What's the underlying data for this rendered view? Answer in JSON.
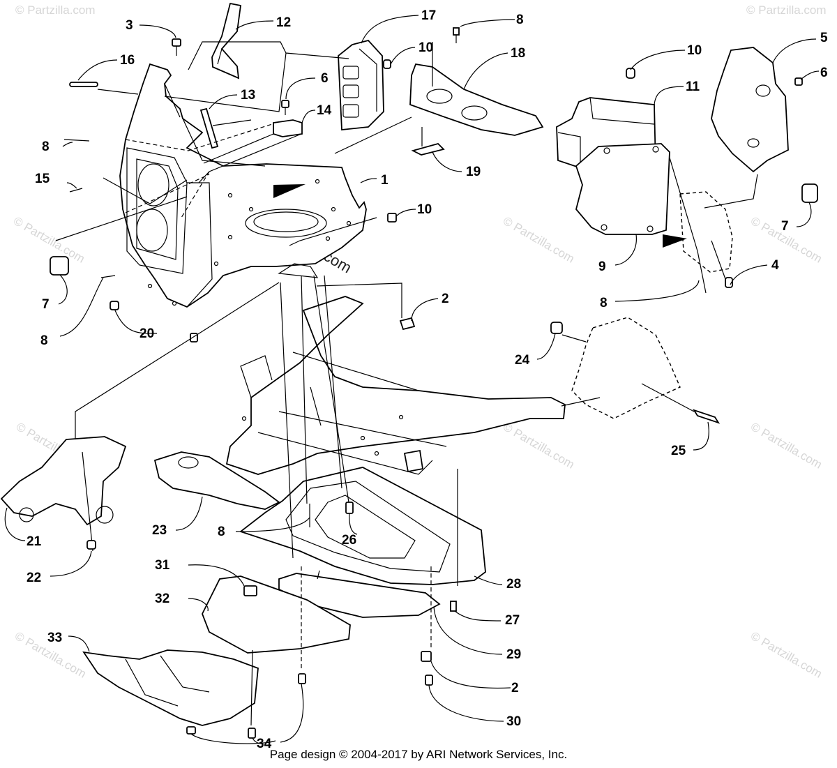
{
  "watermark": {
    "text": "© Partzilla.com"
  },
  "footer": {
    "text": "Page design © 2004-2017 by ARI Network Services, Inc."
  },
  "callouts": [
    {
      "id": "c1",
      "label": "1"
    },
    {
      "id": "c2a",
      "label": "2"
    },
    {
      "id": "c2b",
      "label": "2"
    },
    {
      "id": "c3",
      "label": "3"
    },
    {
      "id": "c4",
      "label": "4"
    },
    {
      "id": "c5",
      "label": "5"
    },
    {
      "id": "c6a",
      "label": "6"
    },
    {
      "id": "c6b",
      "label": "6"
    },
    {
      "id": "c7a",
      "label": "7"
    },
    {
      "id": "c7b",
      "label": "7"
    },
    {
      "id": "c8a",
      "label": "8"
    },
    {
      "id": "c8b",
      "label": "8"
    },
    {
      "id": "c8c",
      "label": "8"
    },
    {
      "id": "c8d",
      "label": "8"
    },
    {
      "id": "c8e",
      "label": "8"
    },
    {
      "id": "c9",
      "label": "9"
    },
    {
      "id": "c10a",
      "label": "10"
    },
    {
      "id": "c10b",
      "label": "10"
    },
    {
      "id": "c10c",
      "label": "10"
    },
    {
      "id": "c11",
      "label": "11"
    },
    {
      "id": "c12",
      "label": "12"
    },
    {
      "id": "c13",
      "label": "13"
    },
    {
      "id": "c14",
      "label": "14"
    },
    {
      "id": "c15",
      "label": "15"
    },
    {
      "id": "c16",
      "label": "16"
    },
    {
      "id": "c17",
      "label": "17"
    },
    {
      "id": "c18",
      "label": "18"
    },
    {
      "id": "c19",
      "label": "19"
    },
    {
      "id": "c20",
      "label": "20"
    },
    {
      "id": "c21",
      "label": "21"
    },
    {
      "id": "c22",
      "label": "22"
    },
    {
      "id": "c23",
      "label": "23"
    },
    {
      "id": "c24",
      "label": "24"
    },
    {
      "id": "c25",
      "label": "25"
    },
    {
      "id": "c26",
      "label": "26"
    },
    {
      "id": "c27",
      "label": "27"
    },
    {
      "id": "c28",
      "label": "28"
    },
    {
      "id": "c29",
      "label": "29"
    },
    {
      "id": "c30",
      "label": "30"
    },
    {
      "id": "c31",
      "label": "31"
    },
    {
      "id": "c32",
      "label": "32"
    },
    {
      "id": "c33",
      "label": "33"
    },
    {
      "id": "c34",
      "label": "34"
    }
  ]
}
